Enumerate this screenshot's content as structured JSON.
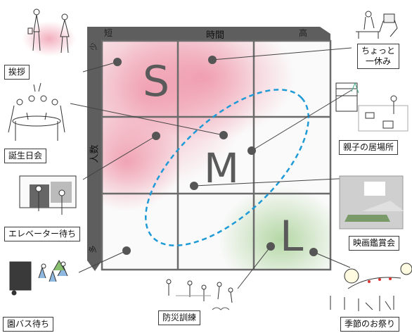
{
  "axes": {
    "time": {
      "title": "時間",
      "low": "短",
      "high": "高"
    },
    "people": {
      "title": "人数",
      "low": "少",
      "high": "多"
    }
  },
  "zones": {
    "small": "S",
    "medium": "M",
    "large": "L"
  },
  "activities": {
    "greeting": "挨拶",
    "rest_line1": "ちょっと",
    "rest_line2": "一休み",
    "birthday": "誕生日会",
    "parent_child": "親子の居場所",
    "elevator": "エレベーター待ち",
    "movie": "映画鑑賞会",
    "bus": "園バス待ち",
    "drill": "防災訓練",
    "festival": "季節のお祭り"
  },
  "colors": {
    "grid": "#6b6b6b",
    "arrow": "#5e5e5e",
    "pink": "#ee8da2",
    "green": "#a8d196",
    "ellipse": "#1e9ad6",
    "dot": "#555555"
  }
}
